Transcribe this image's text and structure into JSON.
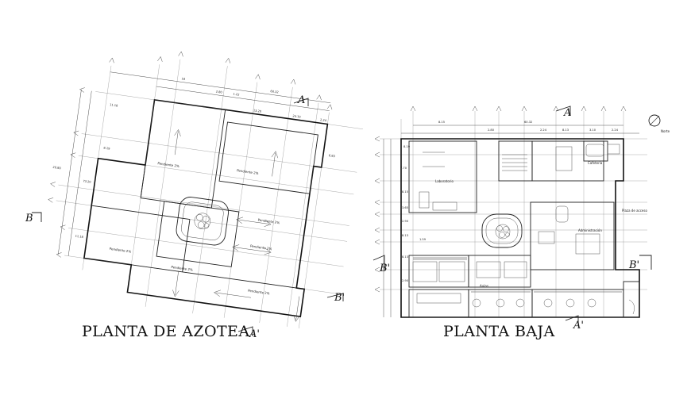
{
  "drawings": {
    "roof": {
      "title": "PLANTA DE AZOTEA",
      "slope_label": "Pendiente 2%",
      "section_a": "A",
      "section_a_prime": "A'",
      "section_b": "B",
      "section_b_prime": "B'",
      "dims_top": [
        "18",
        "2.80",
        "1.22",
        "60.32",
        "13.20",
        "24.10",
        "2.24"
      ],
      "dims_left": [
        "11.18",
        "8.19",
        "20.80",
        "73.20",
        "11.18"
      ],
      "dims_right": [
        "6.83"
      ]
    },
    "ground": {
      "title": "PLANTA BAJA",
      "section_a": "A",
      "section_a_prime": "A'",
      "section_b": "B'",
      "section_b_prime": "B'",
      "north_label": "Norte",
      "room_labels": [
        "Cafeteria",
        "Administración",
        "Plaza de acceso",
        "Aulas",
        "Laboratorio"
      ],
      "dims_top": [
        "8.15",
        "2.80",
        "60.32",
        "2.24",
        "8.13",
        "3.10",
        "2.24"
      ],
      "dims_left": [
        "8.19",
        "7.70",
        "8.15",
        "3.65",
        "2.90",
        "8.13",
        "8.13",
        "2.90"
      ],
      "dims_misc": [
        "1.59"
      ]
    }
  }
}
